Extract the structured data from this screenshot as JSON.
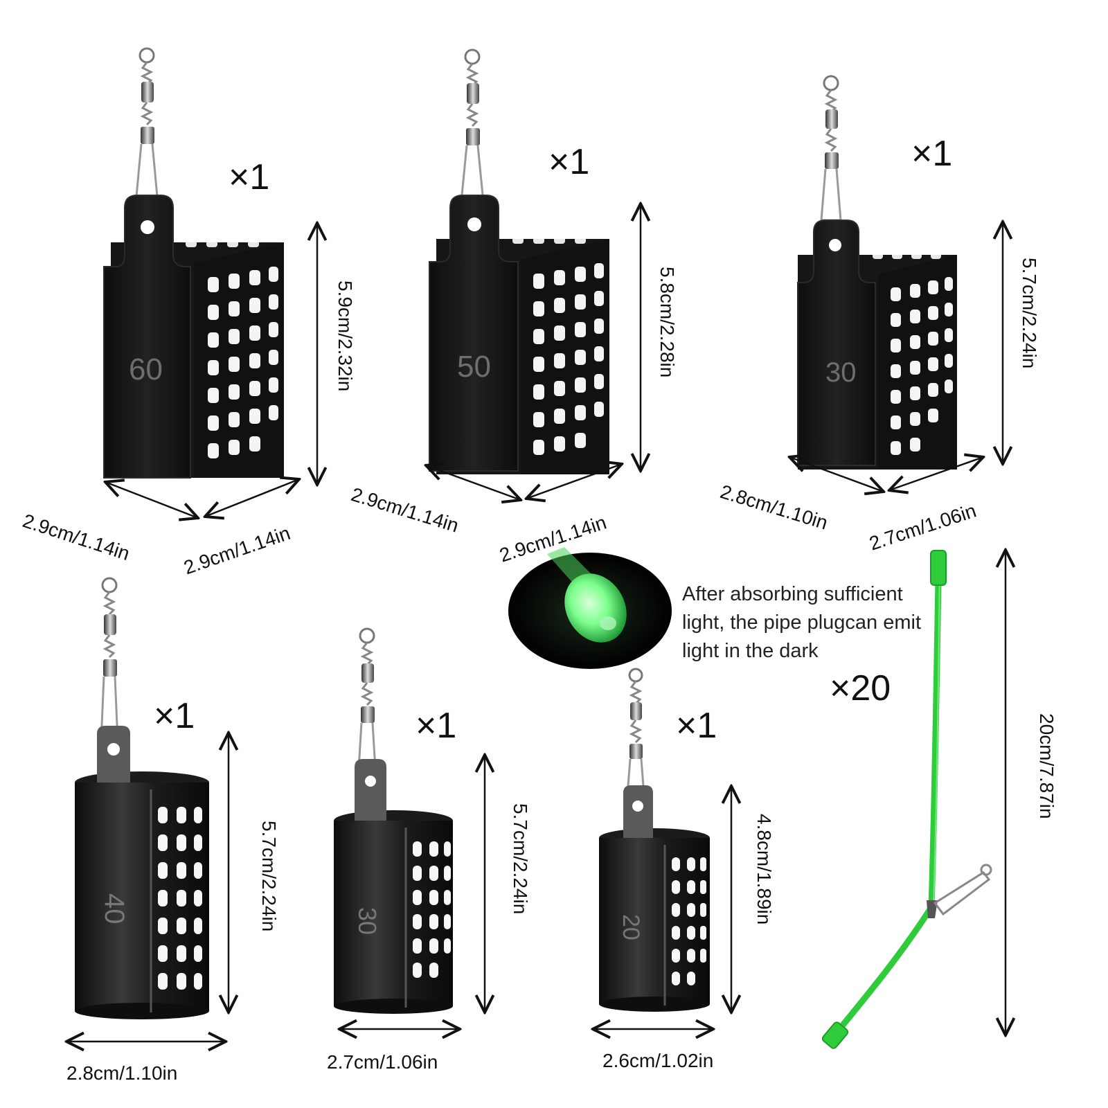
{
  "colors": {
    "background": "#ffffff",
    "feeder_dark": "#1a1a1a",
    "tube_green": "#2ecc3b",
    "glow_green": "#7dff8e"
  },
  "feeders": [
    {
      "id": "sq60",
      "shape": "square",
      "weight_mark": "60",
      "quantity": "×1",
      "height_label": "5.9cm/2.32in",
      "width_label": "2.9cm/1.14in",
      "depth_label": "2.9cm/1.14in"
    },
    {
      "id": "sq50",
      "shape": "square",
      "weight_mark": "50",
      "quantity": "×1",
      "height_label": "5.8cm/2.28in",
      "width_label": "2.9cm/1.14in",
      "depth_label": "2.9cm/1.14in"
    },
    {
      "id": "sq30",
      "shape": "square",
      "weight_mark": "30",
      "quantity": "×1",
      "height_label": "5.7cm/2.24in",
      "width_label": "2.8cm/1.10in",
      "depth_label": "2.7cm/1.06in"
    },
    {
      "id": "rd40",
      "shape": "round",
      "weight_mark": "40",
      "quantity": "×1",
      "height_label": "5.7cm/2.24in",
      "width_label": "2.8cm/1.10in"
    },
    {
      "id": "rd30",
      "shape": "round",
      "weight_mark": "30",
      "quantity": "×1",
      "height_label": "5.7cm/2.24in",
      "width_label": "2.7cm/1.06in"
    },
    {
      "id": "rd20",
      "shape": "round",
      "weight_mark": "20",
      "quantity": "×1",
      "height_label": "4.8cm/1.89in",
      "width_label": "2.6cm/1.02in"
    }
  ],
  "tube": {
    "quantity": "×20",
    "length_label": "20cm/7.87in"
  },
  "glow_note": {
    "lines": [
      "After absorbing sufficient",
      "light, the pipe plugcan emit",
      "light in the dark"
    ]
  }
}
